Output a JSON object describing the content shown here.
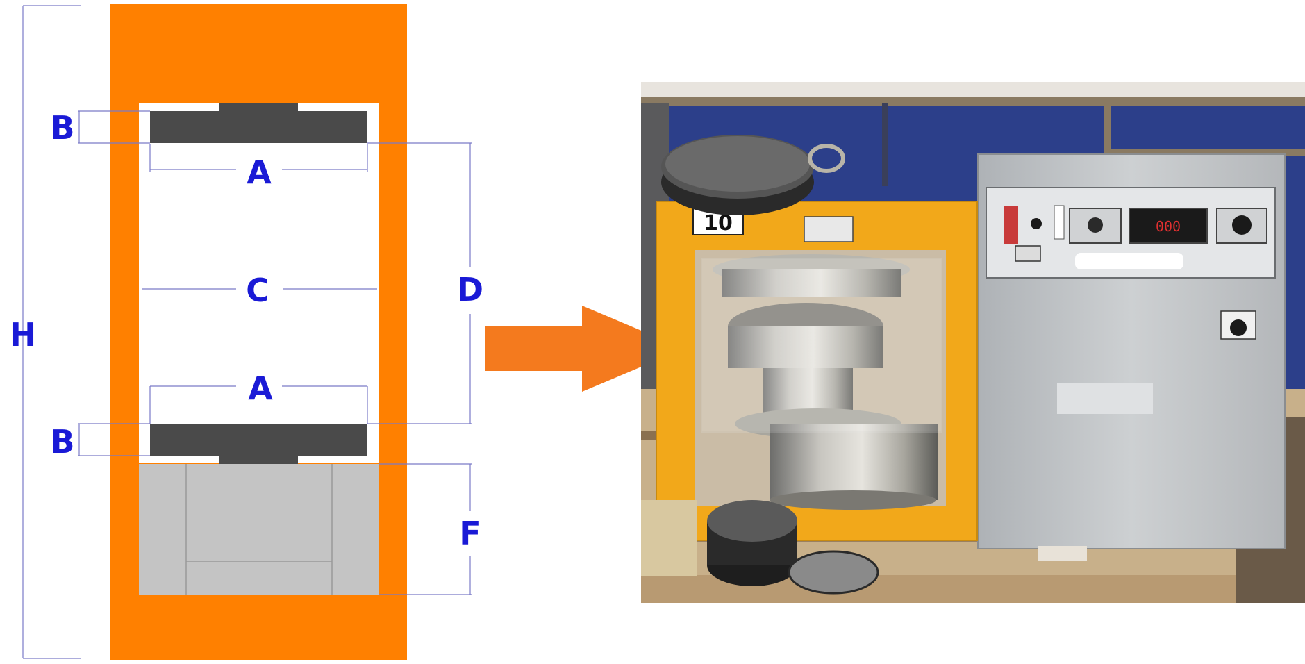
{
  "diagram": {
    "labels": {
      "A_top": "A",
      "A_bottom": "A",
      "B_top": "B",
      "B_bottom": "B",
      "C": "C",
      "D": "D",
      "F": "F",
      "H": "H"
    },
    "colors": {
      "frame": "#ff8000",
      "platen": "#4a4a4a",
      "base_block": "#c4c4c4",
      "dimension_line": "#7a7ac8",
      "label": "#1a1ad6",
      "arrow": "#f47a1e"
    }
  },
  "photo": {
    "machine_number": "10",
    "machine_color": "#f2a81a",
    "cabinet_color": "#c9ccce",
    "display_digits": "000"
  }
}
